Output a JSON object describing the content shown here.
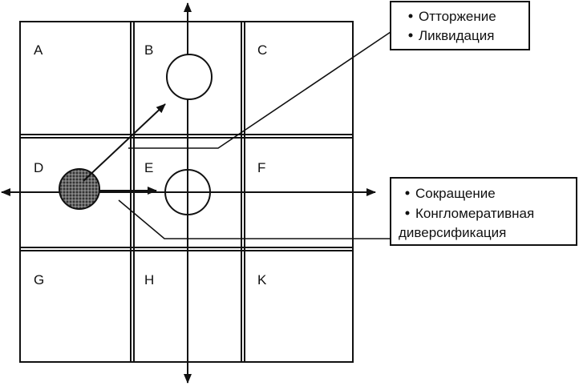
{
  "matrix": {
    "cells": [
      {
        "id": "A",
        "label": "A"
      },
      {
        "id": "B",
        "label": "B"
      },
      {
        "id": "C",
        "label": "C"
      },
      {
        "id": "D",
        "label": "D"
      },
      {
        "id": "E",
        "label": "E"
      },
      {
        "id": "F",
        "label": "F"
      },
      {
        "id": "G",
        "label": "G"
      },
      {
        "id": "H",
        "label": "H"
      },
      {
        "id": "K",
        "label": "K"
      }
    ]
  },
  "callouts": {
    "top": {
      "items": [
        "Отторжение",
        "Ликвидация"
      ]
    },
    "right": {
      "items": [
        "Сокращение",
        "Конгломеративная",
        "диверсификация"
      ]
    }
  },
  "colors": {
    "stroke": "#111111",
    "background": "#ffffff"
  }
}
